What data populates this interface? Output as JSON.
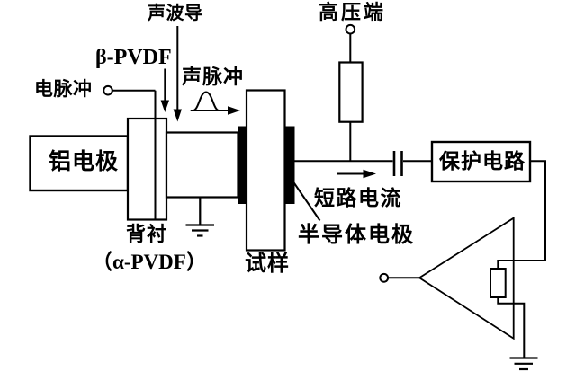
{
  "diagram": {
    "title_hint": "Pulsed electro-acoustic measurement schematic",
    "colors": {
      "line": "#000000",
      "background": "#ffffff",
      "electrode_fill": "#000000"
    },
    "labels": {
      "acoustic_waveguide": "声波导",
      "hv_terminal": "高压端",
      "beta_pvdf": "β-PVDF",
      "electric_pulse": "电脉冲",
      "acoustic_pulse": "声脉冲",
      "aluminum_electrode": "铝电极",
      "backing": "背衬",
      "alpha_pvdf": "（α-PVDF）",
      "sample": "试样",
      "short_circuit_current": "短路电流",
      "semiconductor_electrode": "半导体电极",
      "protection_circuit": "保护电路"
    }
  }
}
